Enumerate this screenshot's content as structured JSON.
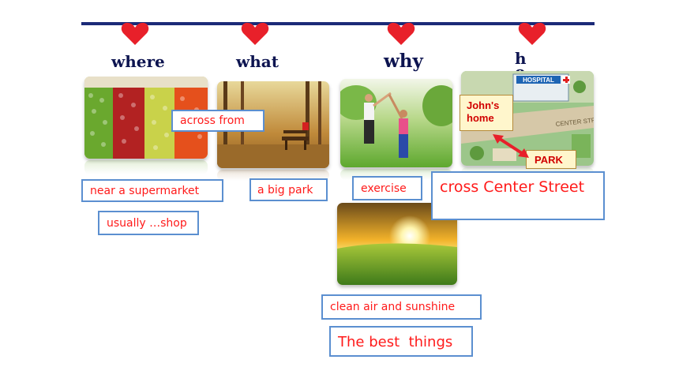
{
  "headings": {
    "where": "where",
    "what": "what",
    "why": "why",
    "how": "ho\nw"
  },
  "labels": {
    "across_from": "across from",
    "near_supermarket": "near a supermarket",
    "usually_shop": "usually …shop",
    "big_park": "a big park",
    "exercise": "exercise",
    "cross_street": "cross Center Street",
    "clean_air": "clean air and sunshine",
    "best_things": "The best  things"
  },
  "map": {
    "sign": "HOSPITAL",
    "johns_home": "John's home",
    "park": "PARK",
    "street": "CENTER STREET"
  },
  "colors": {
    "timeline": "#1c2a78",
    "heart": "#e8202a",
    "heading": "#0d1450",
    "label_text": "#ff1a1a",
    "label_border": "#5b8fd0"
  }
}
